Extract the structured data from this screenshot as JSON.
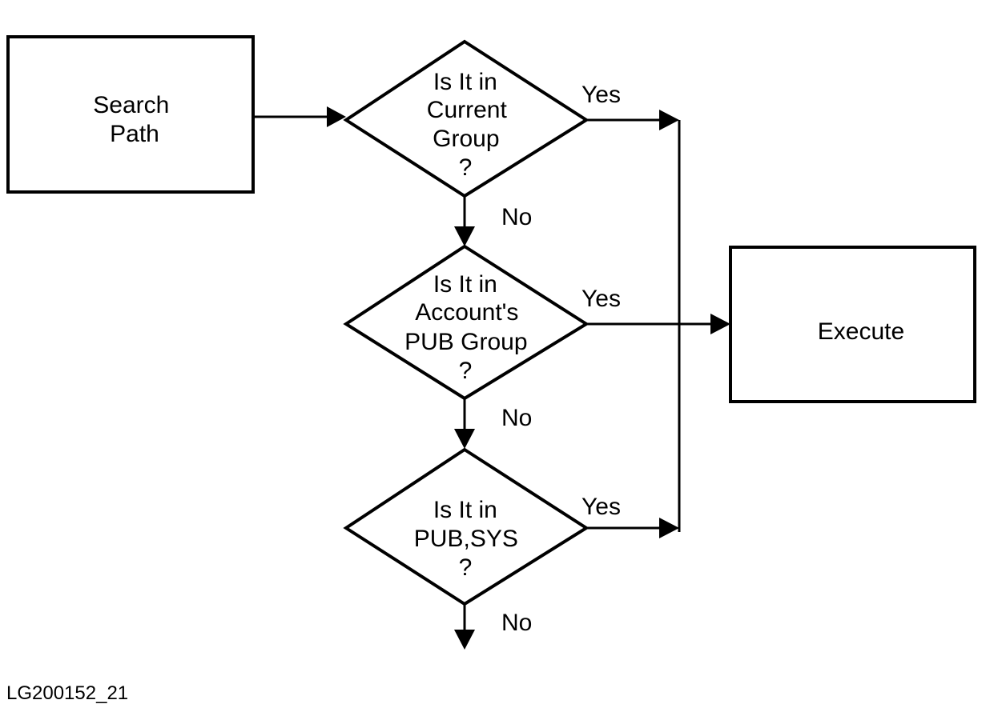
{
  "figure_id": "LG200152_21",
  "nodes": {
    "search_path": {
      "lines": [
        "Search",
        "Path"
      ]
    },
    "decision_1": {
      "lines": [
        "Is It in",
        "Current",
        "Group",
        "?"
      ]
    },
    "decision_2": {
      "lines": [
        "Is It in",
        "Account's",
        "PUB Group",
        "?"
      ]
    },
    "decision_3": {
      "lines": [
        "Is It in",
        "PUB,SYS",
        "?"
      ]
    },
    "execute": {
      "lines": [
        "Execute"
      ]
    }
  },
  "edges": {
    "yes_1": "Yes",
    "yes_2": "Yes",
    "yes_3": "Yes",
    "no_1": "No",
    "no_2": "No",
    "no_3": "No"
  },
  "colors": {
    "ink": "#000000",
    "background": "#ffffff"
  }
}
